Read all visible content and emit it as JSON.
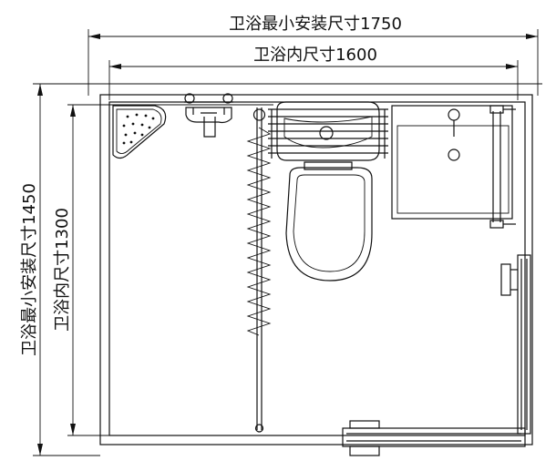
{
  "title": "",
  "dimensions": {
    "min_install_width": "卫浴最小安装尺寸1750",
    "inner_width": "卫浴内尺寸1600",
    "min_install_height": "卫浴最小安装尺寸1450",
    "inner_height": "卫浴内尺寸1300"
  },
  "fixtures": [
    "corner-shelf",
    "shower-mixer",
    "shower-curtain",
    "towel-rack",
    "toilet",
    "vanity-basin",
    "grab-bar",
    "door"
  ]
}
